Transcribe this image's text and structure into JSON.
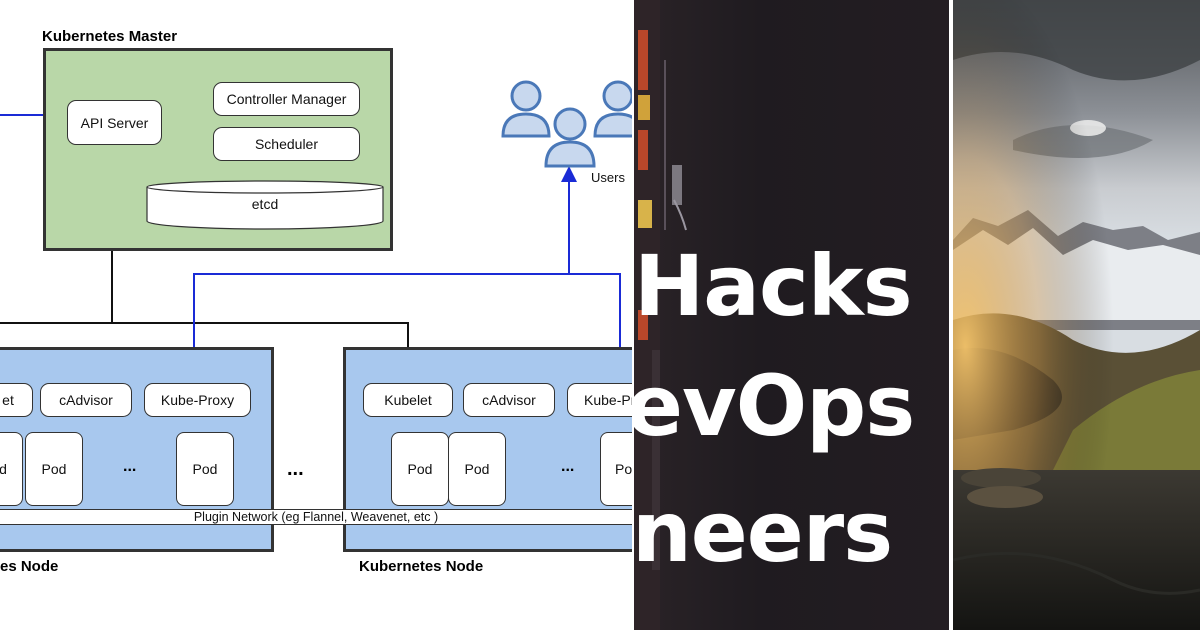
{
  "diagram": {
    "master_title": "Kubernetes Master",
    "api_server": "API Server",
    "controller_manager": "Controller Manager",
    "scheduler": "Scheduler",
    "etcd": "etcd",
    "users_label": "Users",
    "node_left": {
      "title": "es Node",
      "kubelet": "et",
      "cadvisor": "cAdvisor",
      "kube_proxy": "Kube-Proxy",
      "pods": [
        "d",
        "Pod",
        "Pod"
      ],
      "ellipsis": "..."
    },
    "between_nodes": "...",
    "node_right": {
      "title": "Kubernetes Node",
      "kubelet": "Kubelet",
      "cadvisor": "cAdvisor",
      "kube_proxy": "Kube-Pr",
      "pods": [
        "Pod",
        "Pod",
        "Po"
      ],
      "ellipsis": "..."
    },
    "plugin_network": "Plugin Network (eg Flannel, Weavenet, etc )"
  },
  "banner": {
    "lines": [
      "Hacks",
      "evOps",
      "neers"
    ]
  },
  "colors": {
    "master_fill": "#b9d7a8",
    "node_fill": "#a8c8ee",
    "blue_wire": "#1a2bd6",
    "dark_panel": "#221d22"
  }
}
